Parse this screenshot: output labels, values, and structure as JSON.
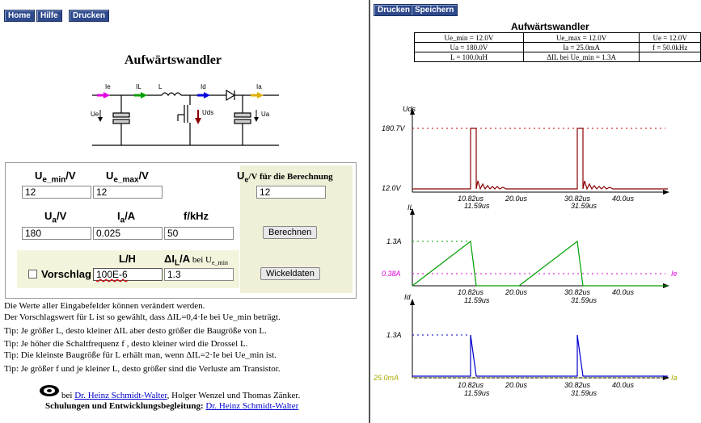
{
  "nav": {
    "home": "Home",
    "hilfe": "Hilfe",
    "drucken": "Drucken"
  },
  "right_nav": {
    "drucken": "Drucken",
    "speichern": "Speichern"
  },
  "left_title": "Aufwärtswandler",
  "circuit": {
    "Ie": "Ie",
    "IL": "IL",
    "L": "L",
    "Id": "Id",
    "Ia": "Ia",
    "Ue": "Ue",
    "Uds": "Uds",
    "Ua": "Ua"
  },
  "form": {
    "ue_min_label": "U",
    "ue_min_sub": "e_min",
    "ue_min_unit": "/V",
    "ue_min_value": "12",
    "ue_max_label": "U",
    "ue_max_sub": "e_max",
    "ue_max_unit": "/V",
    "ue_max_value": "12",
    "ue_calc_label_a": "U",
    "ue_calc_sub": "e",
    "ue_calc_label_b": "/V für die Berechnung",
    "ue_calc_value": "12",
    "ua_label": "U",
    "ua_sub": "a",
    "ua_unit": "/V",
    "ua_value": "180",
    "ia_label": "I",
    "ia_sub": "a",
    "ia_unit": "/A",
    "ia_value": "0.025",
    "f_label": "f/kHz",
    "f_value": "50",
    "berechnen": "Berechnen",
    "lh_label": "L/H",
    "lh_value": "100E-6",
    "dil_label": "ΔI",
    "dil_sub": "L",
    "dil_unit": "/A",
    "dil_bei": "bei U",
    "dil_bei_sub": "e_min",
    "dil_value": "1.3",
    "vorschlag": "Vorschlag",
    "wickeldaten": "Wickeldaten"
  },
  "info": {
    "l1": "Die Werte aller Eingabefelder können verändert werden.",
    "l2": "Der Vorschlagswert für L ist so gewählt, dass ΔIL=0,4·Ie bei Ue_min beträgt.",
    "tip1": "Tip: Je größer L, desto kleiner ΔIL aber desto größer die Baugröße von L.",
    "tip2": "Tip: Je höher die Schaltfrequenz  f , desto kleiner wird die Drossel L.",
    "tip3": "Tip: Die kleinste Baugröße für L erhält man, wenn ΔIL=2·Ie bei Ue_min ist.",
    "tip4": "Tip: Je größer   f  und je kleiner L, desto größer sind die Verluste am Transistor.",
    "credit_pre": " bei ",
    "credit_link": "Dr. Heinz Schmidt-Walter",
    "credit_post": ", Holger Wenzel und Thomas Zänker.",
    "schulungen": "Schulungen und Entwicklungsbegleitung: ",
    "schulungen_link": "Dr. Heinz Schmidt-Walter"
  },
  "right_title": "Aufwärtswandler",
  "params": [
    [
      "Ue_min = 12.0V",
      "Ue_max = 12.0V",
      "Ue = 12.0V"
    ],
    [
      "Ua = 180.0V",
      "Ia = 25.0mA",
      "f = 50.0kHz"
    ],
    [
      "L = 100.0uH",
      "ΔIL bei Ue_min = 1.3A",
      ""
    ]
  ],
  "chart_data": [
    {
      "type": "line",
      "ylabel": "Uds",
      "y_ticks": [
        "180.7V",
        "12.0V"
      ],
      "x_ticks": [
        "10.82us",
        "20.0us",
        "30.82us",
        "40.0us"
      ],
      "x_ticks2": [
        "11.59us",
        "31.59us"
      ],
      "color": "#8b0000",
      "ref_color": "#cc0000"
    },
    {
      "type": "line",
      "ylabel": "IL",
      "y_ticks": [
        "1.3A",
        "0.38A"
      ],
      "ref_label": "Ie",
      "x_ticks": [
        "10.82us",
        "20.0us",
        "30.82us",
        "40.0us"
      ],
      "x_ticks2": [
        "11.59us",
        "31.59us"
      ],
      "color": "#00a000",
      "ref_color": "#dd00dd"
    },
    {
      "type": "line",
      "ylabel": "Id",
      "y_ticks": [
        "1.3A",
        "25.0mA"
      ],
      "ref_label": "Ia",
      "x_ticks": [
        "10.82us",
        "20.0us",
        "30.82us",
        "40.0us"
      ],
      "x_ticks2": [
        "11.59us",
        "31.59us"
      ],
      "color": "#0000cc",
      "ref_color": "#aaaa00"
    }
  ]
}
